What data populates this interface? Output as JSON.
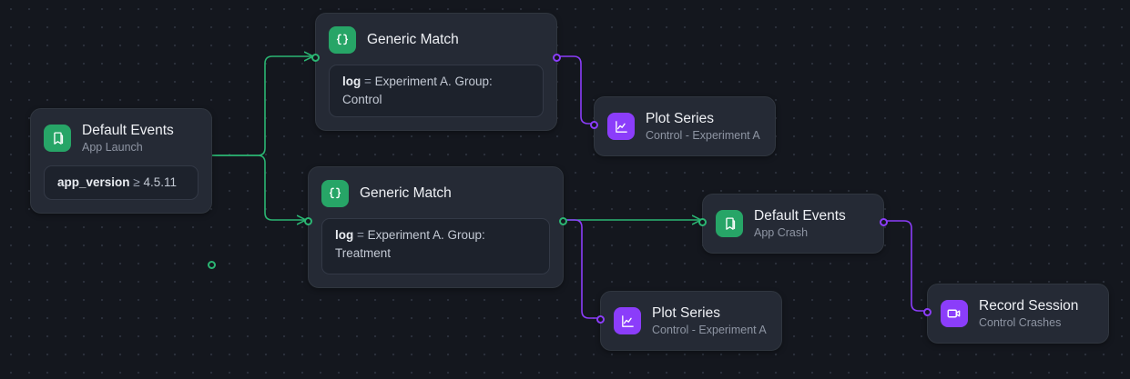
{
  "canvas": {
    "background": "#14171e",
    "grid_dot_color": "#2a2f3a",
    "accent_green": "#2bb673",
    "accent_purple": "#8b3dfa"
  },
  "nodes": [
    {
      "id": "default-events-app-launch",
      "title": "Default Events",
      "subtitle": "App Launch",
      "icon": "bookmark-icon",
      "icon_color": "#27a567",
      "chip": {
        "key": "app_version",
        "operator": "≥",
        "value": "4.5.11"
      }
    },
    {
      "id": "generic-match-control",
      "title": "Generic Match",
      "subtitle": "",
      "icon": "braces-icon",
      "icon_color": "#27a567",
      "chip": {
        "key": "log",
        "operator": "=",
        "value": "Experiment A. Group: Control"
      }
    },
    {
      "id": "generic-match-treatment",
      "title": "Generic Match",
      "subtitle": "",
      "icon": "braces-icon",
      "icon_color": "#27a567",
      "chip": {
        "key": "log",
        "operator": "=",
        "value": "Experiment A. Group: Treatment"
      }
    },
    {
      "id": "plot-series-top",
      "title": "Plot Series",
      "subtitle": "Control - Experiment A",
      "icon": "line-chart-icon",
      "icon_color": "#8b3dfa",
      "chip": null
    },
    {
      "id": "plot-series-bottom",
      "title": "Plot Series",
      "subtitle": "Control - Experiment A",
      "icon": "line-chart-icon",
      "icon_color": "#8b3dfa",
      "chip": null
    },
    {
      "id": "default-events-app-crash",
      "title": "Default Events",
      "subtitle": "App Crash",
      "icon": "bookmark-icon",
      "icon_color": "#27a567",
      "chip": null
    },
    {
      "id": "record-session-control-crashes",
      "title": "Record Session",
      "subtitle": "Control Crashes",
      "icon": "video-camera-icon",
      "icon_color": "#8b3dfa",
      "chip": null
    }
  ],
  "edges": [
    {
      "id": "e1",
      "from": "default-events-app-launch",
      "to": "generic-match-control",
      "color": "#2bb673",
      "arrow": true
    },
    {
      "id": "e2",
      "from": "default-events-app-launch",
      "to": "generic-match-treatment",
      "color": "#2bb673",
      "arrow": true
    },
    {
      "id": "e3",
      "from": "generic-match-control",
      "to": "plot-series-top",
      "color": "#8b3dfa",
      "arrow": false
    },
    {
      "id": "e4",
      "from": "generic-match-treatment",
      "to": "default-events-app-crash",
      "color": "#2bb673",
      "arrow": true
    },
    {
      "id": "e5",
      "from": "generic-match-treatment",
      "to": "plot-series-bottom",
      "color": "#8b3dfa",
      "arrow": false
    },
    {
      "id": "e6",
      "from": "default-events-app-crash",
      "to": "record-session-control-crashes",
      "color": "#8b3dfa",
      "arrow": false
    }
  ]
}
